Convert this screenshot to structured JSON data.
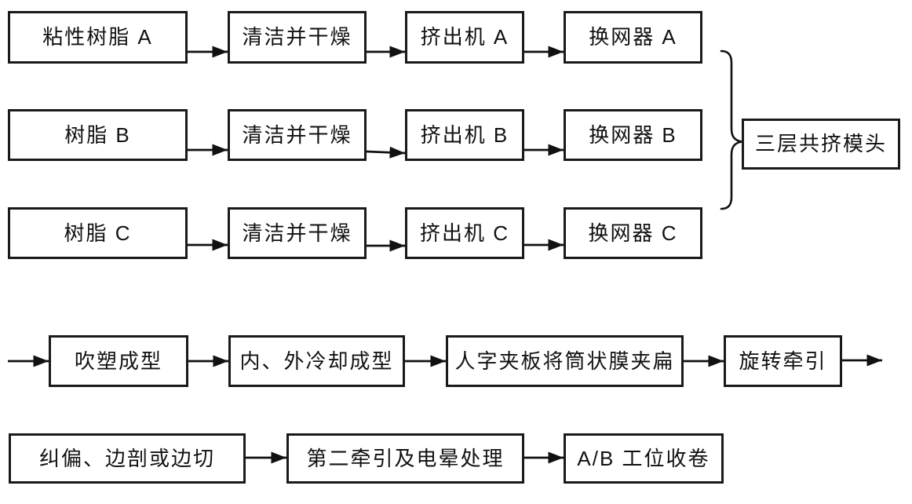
{
  "flowchart": {
    "colors": {
      "background": "#ffffff",
      "box_border": "#1a1a1a",
      "box_fill": "#ffffff",
      "arrow": "#111111",
      "text": "#111111"
    },
    "layer_flows": [
      {
        "id": "layer-a",
        "steps": [
          "粘性树脂 A",
          "清洁并干燥",
          "挤出机 A",
          "换网器 A"
        ]
      },
      {
        "id": "layer-b",
        "steps": [
          "树脂 B",
          "清洁并干燥",
          "挤出机 B",
          "换网器 B"
        ]
      },
      {
        "id": "layer-c",
        "steps": [
          "树脂 C",
          "清洁并干燥",
          "挤出机 C",
          "换网器 C"
        ]
      }
    ],
    "merge_node": "三层共挤模头",
    "main_line_steps": [
      "吹塑成型",
      "内、外冷却成型",
      "人字夹板将筒状膜夹扁",
      "旋转牵引"
    ],
    "finishing_line_steps": [
      "纠偏、边剖或边切",
      "第二牵引及电晕处理",
      "A/B 工位收卷"
    ],
    "icons": {
      "arrowhead": "filled-right-triangle",
      "merge_symbol": "curly-brace"
    }
  }
}
